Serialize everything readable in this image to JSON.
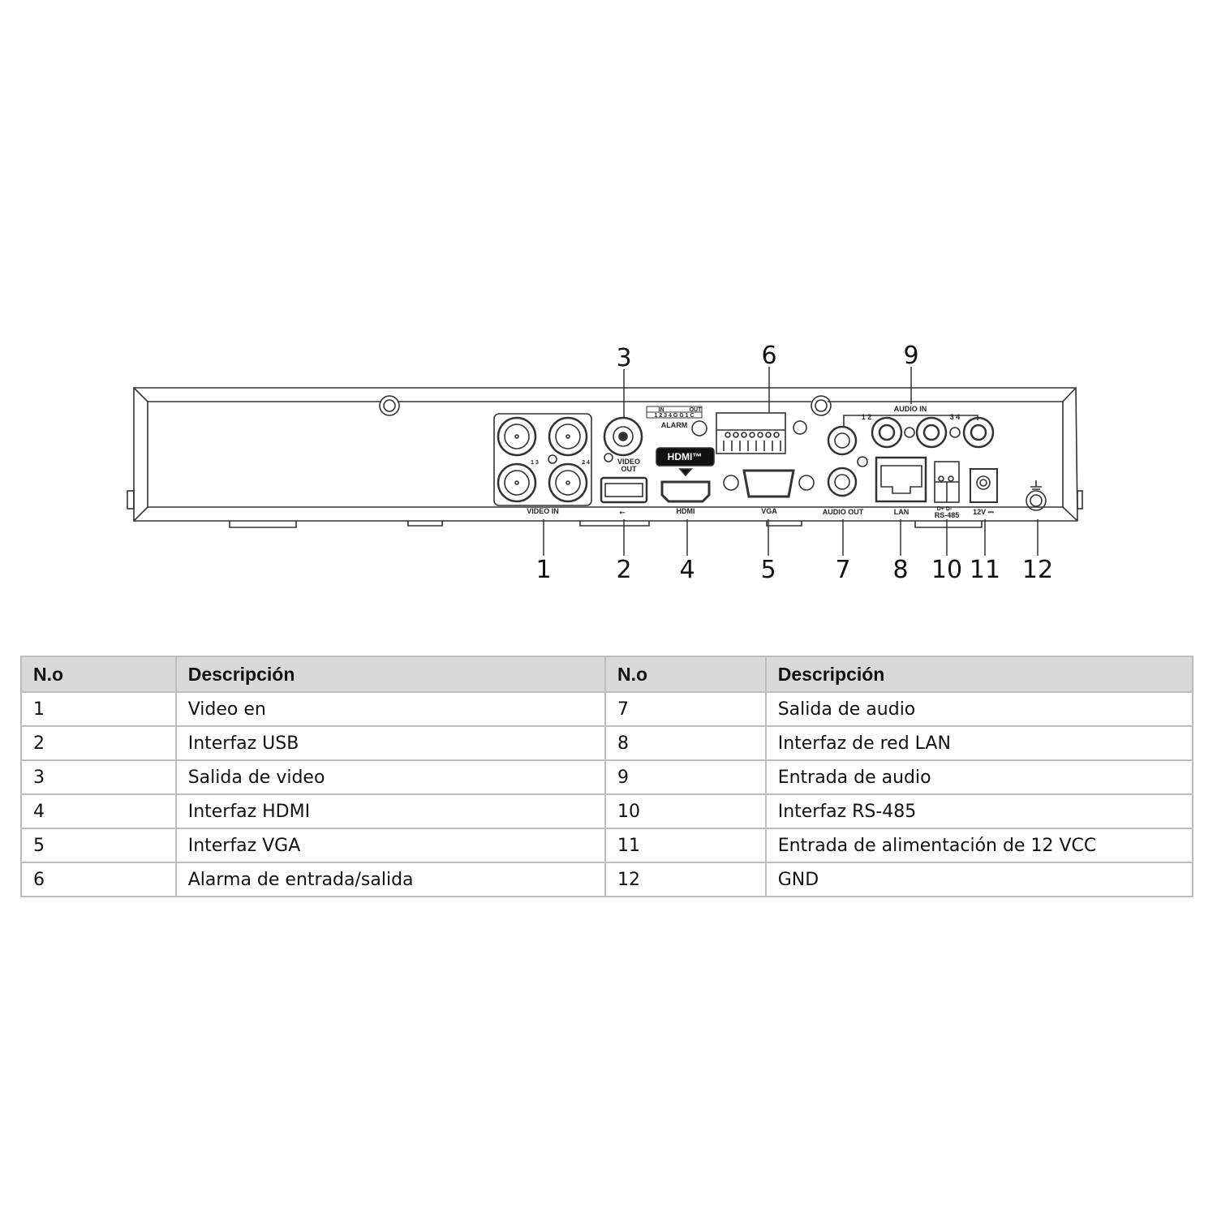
{
  "callouts": {
    "c1": "1",
    "c2": "2",
    "c3": "3",
    "c4": "4",
    "c5": "5",
    "c6": "6",
    "c7": "7",
    "c8": "8",
    "c9": "9",
    "c10": "10",
    "c11": "11",
    "c12": "12"
  },
  "panel_labels": {
    "video_in": "VIDEO IN",
    "video_out_1": "VIDEO",
    "video_out_2": "OUT",
    "alarm": "ALARM",
    "alarm_in": "IN",
    "alarm_out": "OUT",
    "alarm_pins": "1 2 3 4 G G 1 C",
    "hdmi_logo": "HDMI™",
    "hdmi": "HDMI",
    "vga": "VGA",
    "audio_in": "AUDIO IN",
    "audio_in_12": "1 2",
    "audio_in_34": "3 4",
    "audio_out": "AUDIO OUT",
    "lan": "LAN",
    "rs485_pins": "D+ D-",
    "rs485": "RS-485",
    "power": "12V ⎓",
    "ch13": "1 3",
    "ch24": "2 4"
  },
  "table": {
    "headers": [
      "N.o",
      "Descripción",
      "N.o",
      "Descripción"
    ],
    "rows": [
      [
        "1",
        "Video en",
        "7",
        "Salida de audio"
      ],
      [
        "2",
        "Interfaz USB",
        "8",
        "Interfaz de red LAN"
      ],
      [
        "3",
        "Salida de video",
        "9",
        "Entrada de audio"
      ],
      [
        "4",
        "Interfaz HDMI",
        "10",
        "Interfaz RS-485"
      ],
      [
        "5",
        "Interfaz VGA",
        "11",
        "Entrada de alimentación de 12 VCC"
      ],
      [
        "6",
        "Alarma de entrada/salida",
        "12",
        "GND"
      ]
    ]
  }
}
